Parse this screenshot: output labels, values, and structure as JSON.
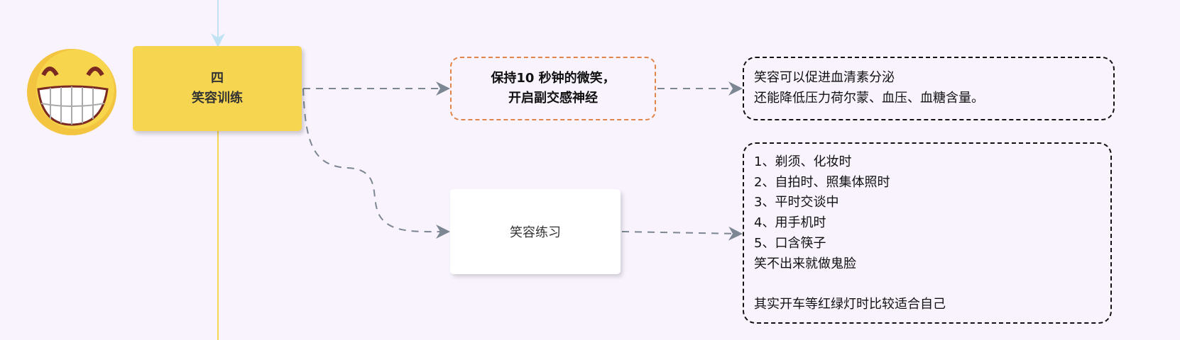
{
  "main_node": {
    "number": "四",
    "title": "笑容训练"
  },
  "tip_node": {
    "line1": "保持10 秒钟的微笑，",
    "line2": "开启副交感神经"
  },
  "practice_node": {
    "label": "笑容练习"
  },
  "note1": {
    "lines": [
      "笑容可以促进血清素分泌",
      "还能降低压力荷尔蒙、血压、血糖含量。"
    ]
  },
  "note2": {
    "lines": [
      "1、剃须、化妆时",
      "2、自拍时、照集体照时",
      "3、平时交谈中",
      "4、用手机时",
      "5、口含筷子",
      "笑不出来就做鬼脸",
      "",
      "其实开车等红绿灯时比较适合自己"
    ]
  },
  "colors": {
    "main": "#f6d551",
    "tip_border": "#e0844a",
    "connector": "#7d8793",
    "spine": "#f6d551",
    "incoming": "#bfe3f2"
  }
}
